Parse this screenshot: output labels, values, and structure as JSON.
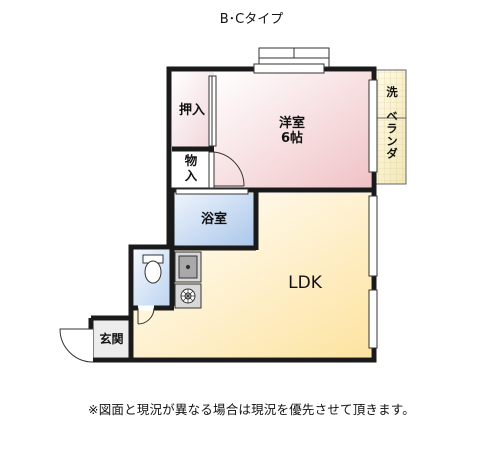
{
  "title": "B･Cタイプ",
  "rooms": {
    "western_room": {
      "name": "洋室",
      "size": "6帖"
    },
    "closet": "押入",
    "storage": "物\n入",
    "bathroom": "浴室",
    "ldk": "LDK",
    "entrance": "玄関",
    "laundry": "洗",
    "veranda": "ベランダ"
  },
  "note": "※図面と現況が異なる場合は現況を優先させて頂きます。",
  "colors": {
    "wall": "#1a1a1a",
    "western_room": "#f2c9cc",
    "ldk": "#fde7a6",
    "bathroom": "#b9d1ee",
    "toilet": "#c9dbf3",
    "closet": "#f4dde0",
    "entrance": "#ededed",
    "veranda": "#f7efc9"
  }
}
